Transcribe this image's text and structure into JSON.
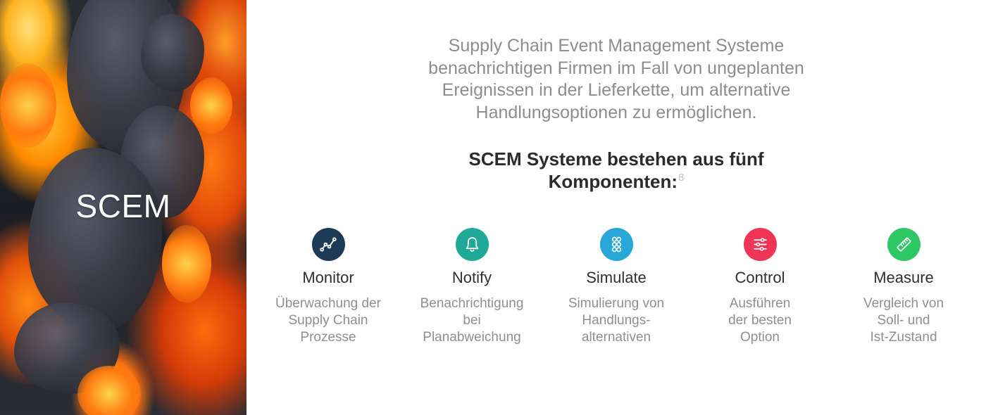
{
  "hero": {
    "title": "SCEM"
  },
  "intro": {
    "lines": [
      "Supply Chain Event Management Systeme",
      "benachrichtigen Firmen im Fall von ungeplanten",
      "Ereignissen in der Lieferkette, um alternative",
      "Handlungsoptionen zu ermöglichen."
    ]
  },
  "heading": {
    "line1": "SCEM Systeme bestehen aus fünf",
    "line2": "Komponenten:",
    "footnote": "8"
  },
  "components": [
    {
      "icon": "chart-line-icon",
      "color": "#1d3a57",
      "title": "Monitor",
      "desc": [
        "Überwachung der",
        "Supply Chain",
        "Prozesse"
      ]
    },
    {
      "icon": "bell-icon",
      "color": "#1fa996",
      "title": "Notify",
      "desc": [
        "Benachrichtigung",
        "bei",
        "Planabweichung"
      ]
    },
    {
      "icon": "nodes-icon",
      "color": "#27a7d8",
      "title": "Simulate",
      "desc": [
        "Simulierung von",
        "Handlungs-",
        "alternativen"
      ]
    },
    {
      "icon": "sliders-icon",
      "color": "#ef3556",
      "title": "Control",
      "desc": [
        "Ausführen",
        "der besten",
        "Option"
      ]
    },
    {
      "icon": "ruler-icon",
      "color": "#2ec766",
      "title": "Measure",
      "desc": [
        "Vergleich von",
        "Soll- und",
        "Ist-Zustand"
      ]
    }
  ]
}
